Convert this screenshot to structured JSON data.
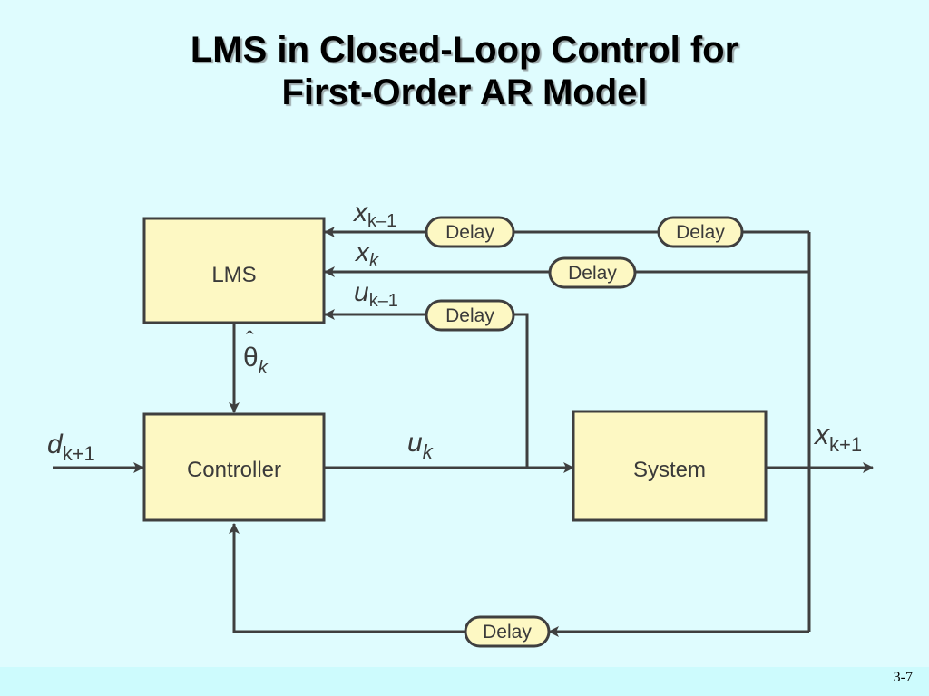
{
  "title": {
    "line1": "LMS in Closed-Loop Control for",
    "line2": "First-Order AR Model"
  },
  "page_number": "3-7",
  "colors": {
    "background": "#dffcfe",
    "box_fill": "#fdf8c3",
    "line": "#3f3f3f"
  },
  "blocks": {
    "lms": "LMS",
    "controller": "Controller",
    "system": "System"
  },
  "delays": {
    "x_km1_inner": "Delay",
    "x_km1_outer": "Delay",
    "x_k": "Delay",
    "u_km1": "Delay",
    "feedback": "Delay"
  },
  "signals": {
    "x_km1": {
      "var": "x",
      "sub": "k–1"
    },
    "x_k": {
      "var": "x",
      "sub": "k"
    },
    "u_km1": {
      "var": "u",
      "sub": "k–1"
    },
    "theta_hat": {
      "var": "θ",
      "hat": "ˆ",
      "sub": "k"
    },
    "d_kp1": {
      "var": "d",
      "sub": "k+1"
    },
    "u_k": {
      "var": "u",
      "sub": "k"
    },
    "x_kp1": {
      "var": "x",
      "sub": "k+1"
    }
  }
}
